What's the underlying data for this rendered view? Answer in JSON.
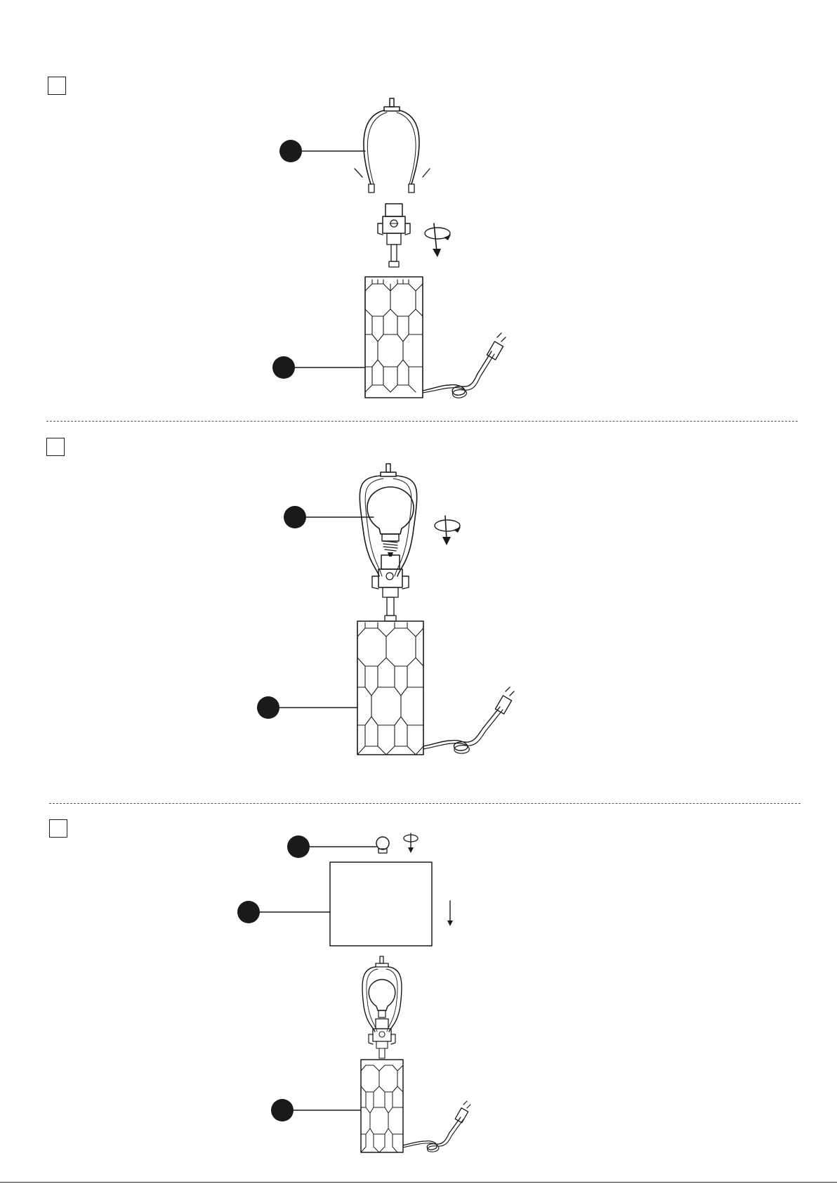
{
  "steps": [
    {
      "parts": [
        "harp",
        "lamp-base"
      ],
      "actions": [
        "screw-down"
      ]
    },
    {
      "parts": [
        "light-bulb",
        "lamp-base"
      ],
      "actions": [
        "screw-down"
      ]
    },
    {
      "parts": [
        "finial",
        "lampshade",
        "lamp-base"
      ],
      "actions": [
        "screw-down",
        "lower-shade"
      ]
    }
  ],
  "icons": [
    "part-callout-dot",
    "rotate-down-arrow-icon",
    "down-arrow-icon",
    "power-plug-icon"
  ],
  "colors": {
    "ink": "#1a1a1a",
    "paper": "#ffffff",
    "divider": "#555555"
  }
}
